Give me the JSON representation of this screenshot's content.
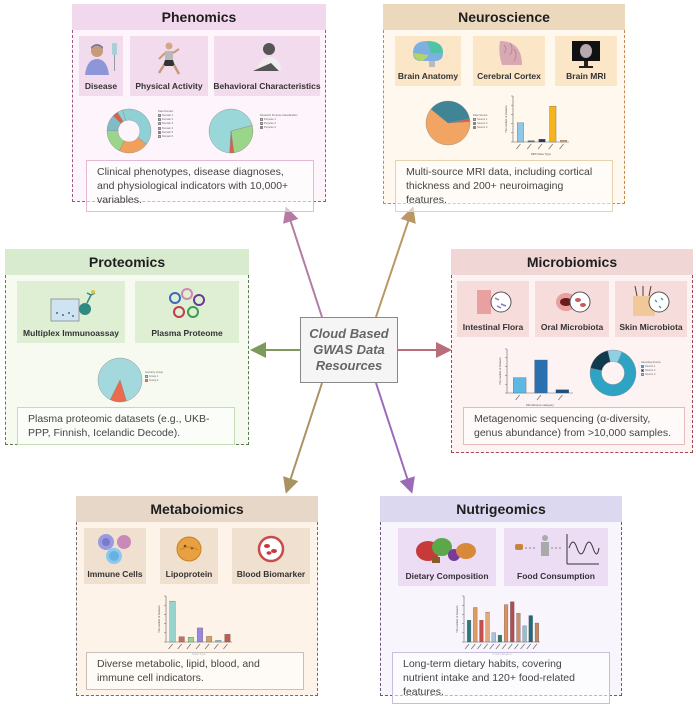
{
  "center": {
    "lines": [
      "Cloud Based",
      "GWAS Data",
      "Resources"
    ],
    "arrow_colors": {
      "phenomics": "#b57ba5",
      "neuroscience": "#b99866",
      "proteomics": "#7d9a5a",
      "microbiomics": "#b86e78",
      "metaboiomics": "#a89362",
      "nutrigeomics": "#9c6bb8"
    }
  },
  "panels": {
    "phenomics": {
      "title": "Phenomics",
      "colors": {
        "header": "#f1d8ec",
        "body": "#fdf5fb",
        "border": "#9a5a84",
        "tile": "#f3dbee"
      },
      "tiles": [
        {
          "label": "Disease",
          "icon": "patient-iv-icon"
        },
        {
          "label": "Physical Activity",
          "icon": "runner-icon"
        },
        {
          "label": "Behavioral Characteristics",
          "icon": "person-thinking-icon"
        }
      ],
      "charts": [
        {
          "type": "donut",
          "legend_title": "Data Domain",
          "segments": [
            {
              "color": "#8fd0d4",
              "value": 40
            },
            {
              "color": "#f0a05a",
              "value": 22
            },
            {
              "color": "#9ad58a",
              "value": 18
            },
            {
              "color": "#7fbcc8",
              "value": 12
            },
            {
              "color": "#d9604a",
              "value": 4
            },
            {
              "color": "#8fd0d4",
              "value": 4
            }
          ],
          "legend_items": [
            "Domain 1",
            "Domain 2",
            "Domain 3",
            "Domain 4",
            "Domain 5",
            "Domain 6"
          ]
        },
        {
          "type": "pie",
          "legend_title": "Research Purpose Classification",
          "segments": [
            {
              "color": "#9ad7d8",
              "value": 70
            },
            {
              "color": "#9ad58a",
              "value": 27
            },
            {
              "color": "#d9604a",
              "value": 3
            }
          ],
          "legend_items": [
            "Purpose 1",
            "Purpose 2",
            "Purpose 3"
          ]
        }
      ],
      "description": "Clinical phenotypes, disease diagnoses, and physiological indicators with 10,000+ variables."
    },
    "neuroscience": {
      "title": "Neuroscience",
      "colors": {
        "header": "#ecd8bc",
        "body": "#fff8ee",
        "border": "#c98a4a",
        "tile": "#fbe6c8"
      },
      "tiles": [
        {
          "label": "Brain Anatomy",
          "icon": "brain-icon"
        },
        {
          "label": "Cerebral Cortex",
          "icon": "cortex-icon"
        },
        {
          "label": "Brain MRI",
          "icon": "mri-monitor-icon"
        }
      ],
      "charts": [
        {
          "type": "pie",
          "legend_title": "Data Source",
          "segments": [
            {
              "color": "#f2a462",
              "value": 62
            },
            {
              "color": "#3f8596",
              "value": 36
            },
            {
              "color": "#d9604a",
              "value": 2
            }
          ],
          "legend_items": [
            "Source 1",
            "Source 2",
            "Source 3"
          ]
        },
        {
          "type": "bar",
          "xlabel": "MRI Data Type",
          "ylabel": "The number of datasets",
          "values": [
            2100,
            150,
            300,
            3900,
            200
          ],
          "colors": [
            "#8ec8e8",
            "#3f8596",
            "#1f3a5a",
            "#f5b41c",
            "#f2a462"
          ],
          "ymax": 5000
        }
      ],
      "description": "Multi-source MRI data, including cortical thickness and 200+ neuroimaging features."
    },
    "proteomics": {
      "title": "Proteomics",
      "colors": {
        "header": "#d9ebcf",
        "body": "#f6faf1",
        "border": "#5c7a4c",
        "tile": "#deefd4"
      },
      "tiles": [
        {
          "label": "Multiplex Immunoassay",
          "icon": "immunoassay-icon"
        },
        {
          "label": "Plasma Proteome",
          "icon": "protein-cluster-icon"
        }
      ],
      "charts": [
        {
          "type": "pie",
          "legend_title": "Ancestry Group",
          "segments": [
            {
              "color": "#a3d8dc",
              "value": 88
            },
            {
              "color": "#ec6a4d",
              "value": 12
            }
          ],
          "legend_items": [
            "Group 1",
            "Group 2"
          ]
        }
      ],
      "description": "Plasma proteomic datasets (e.g., UKB-PPP, Finnish, Icelandic Decode)."
    },
    "microbiomics": {
      "title": "Microbiomics",
      "colors": {
        "header": "#f1d6d6",
        "body": "#fdf3f3",
        "border": "#a14a56",
        "tile": "#f7dcdc"
      },
      "tiles": [
        {
          "label": "Intestinal Flora",
          "icon": "intestine-icon"
        },
        {
          "label": "Oral Microbiota",
          "icon": "mouth-icon"
        },
        {
          "label": "Skin Microbiota",
          "icon": "skin-icon"
        }
      ],
      "charts": [
        {
          "type": "bar",
          "xlabel": "Microbiome category",
          "ylabel": "The number of datasets",
          "categories": [
            "Diversity Flora",
            "Gene Abundance",
            "Skin Abundance"
          ],
          "values": [
            1400,
            3000,
            300
          ],
          "colors": [
            "#5fb8e4",
            "#2a6fb0",
            "#1f4f80"
          ],
          "ymax": 4000
        },
        {
          "type": "donut",
          "legend_title": "Sampling Source",
          "segments": [
            {
              "color": "#2fa3c3",
              "value": 72
            },
            {
              "color": "#123a4f",
              "value": 18
            },
            {
              "color": "#8fd0e4",
              "value": 10
            }
          ],
          "legend_items": [
            "Source 1",
            "Source 2",
            "Source 3"
          ]
        }
      ],
      "description": "Metagenomic sequencing (α-diversity, genus abundance) from >10,000 samples."
    },
    "metaboiomics": {
      "title": "Metaboiomics",
      "colors": {
        "header": "#e6d7c9",
        "body": "#fdf3e8",
        "border": "#6e6e6e",
        "tile": "#f0e0d0"
      },
      "tiles": [
        {
          "label": "Immune Cells",
          "icon": "immune-cells-icon"
        },
        {
          "label": "Lipoprotein",
          "icon": "lipoprotein-icon"
        },
        {
          "label": "Blood Biomarker",
          "icon": "blood-cells-icon"
        }
      ],
      "charts": [
        {
          "type": "bar",
          "xlabel": "Data Type",
          "ylabel": "The number of datasets",
          "values": [
            3200,
            420,
            380,
            1100,
            440,
            130,
            600
          ],
          "colors": [
            "#96d3cc",
            "#d46a58",
            "#9ad58a",
            "#9a87e0",
            "#d4a066",
            "#8ec8d8",
            "#c45a48"
          ],
          "ymax": 3600
        }
      ],
      "description": "Diverse metabolic, lipid, blood, and immune cell indicators."
    },
    "nutrigeomics": {
      "title": "Nutrigeomics",
      "colors": {
        "header": "#dcd8ef",
        "body": "#f9f5fd",
        "border": "#6a5a7a",
        "tile": "#ecdcf4"
      },
      "tiles": [
        {
          "label": "Dietary Composition",
          "icon": "food-icon"
        },
        {
          "label": "Food Consumption",
          "icon": "consumption-timeseries-icon"
        }
      ],
      "charts": [
        {
          "type": "bar",
          "xlabel": "Food category",
          "ylabel": "The number of datasets",
          "values": [
            38,
            60,
            38,
            52,
            16,
            12,
            65,
            70,
            50,
            28,
            46,
            33
          ],
          "colors": [
            "#2a7a80",
            "#e09a66",
            "#c4504a",
            "#e4a87c",
            "#a8c4e0",
            "#2a7a70",
            "#e0905a",
            "#b44a52",
            "#d48a6a",
            "#8ec0d8",
            "#226a80",
            "#c4865a"
          ],
          "ymax": 80
        }
      ],
      "description": "Long-term dietary habits, covering nutrient intake and 120+ food-related features."
    }
  }
}
